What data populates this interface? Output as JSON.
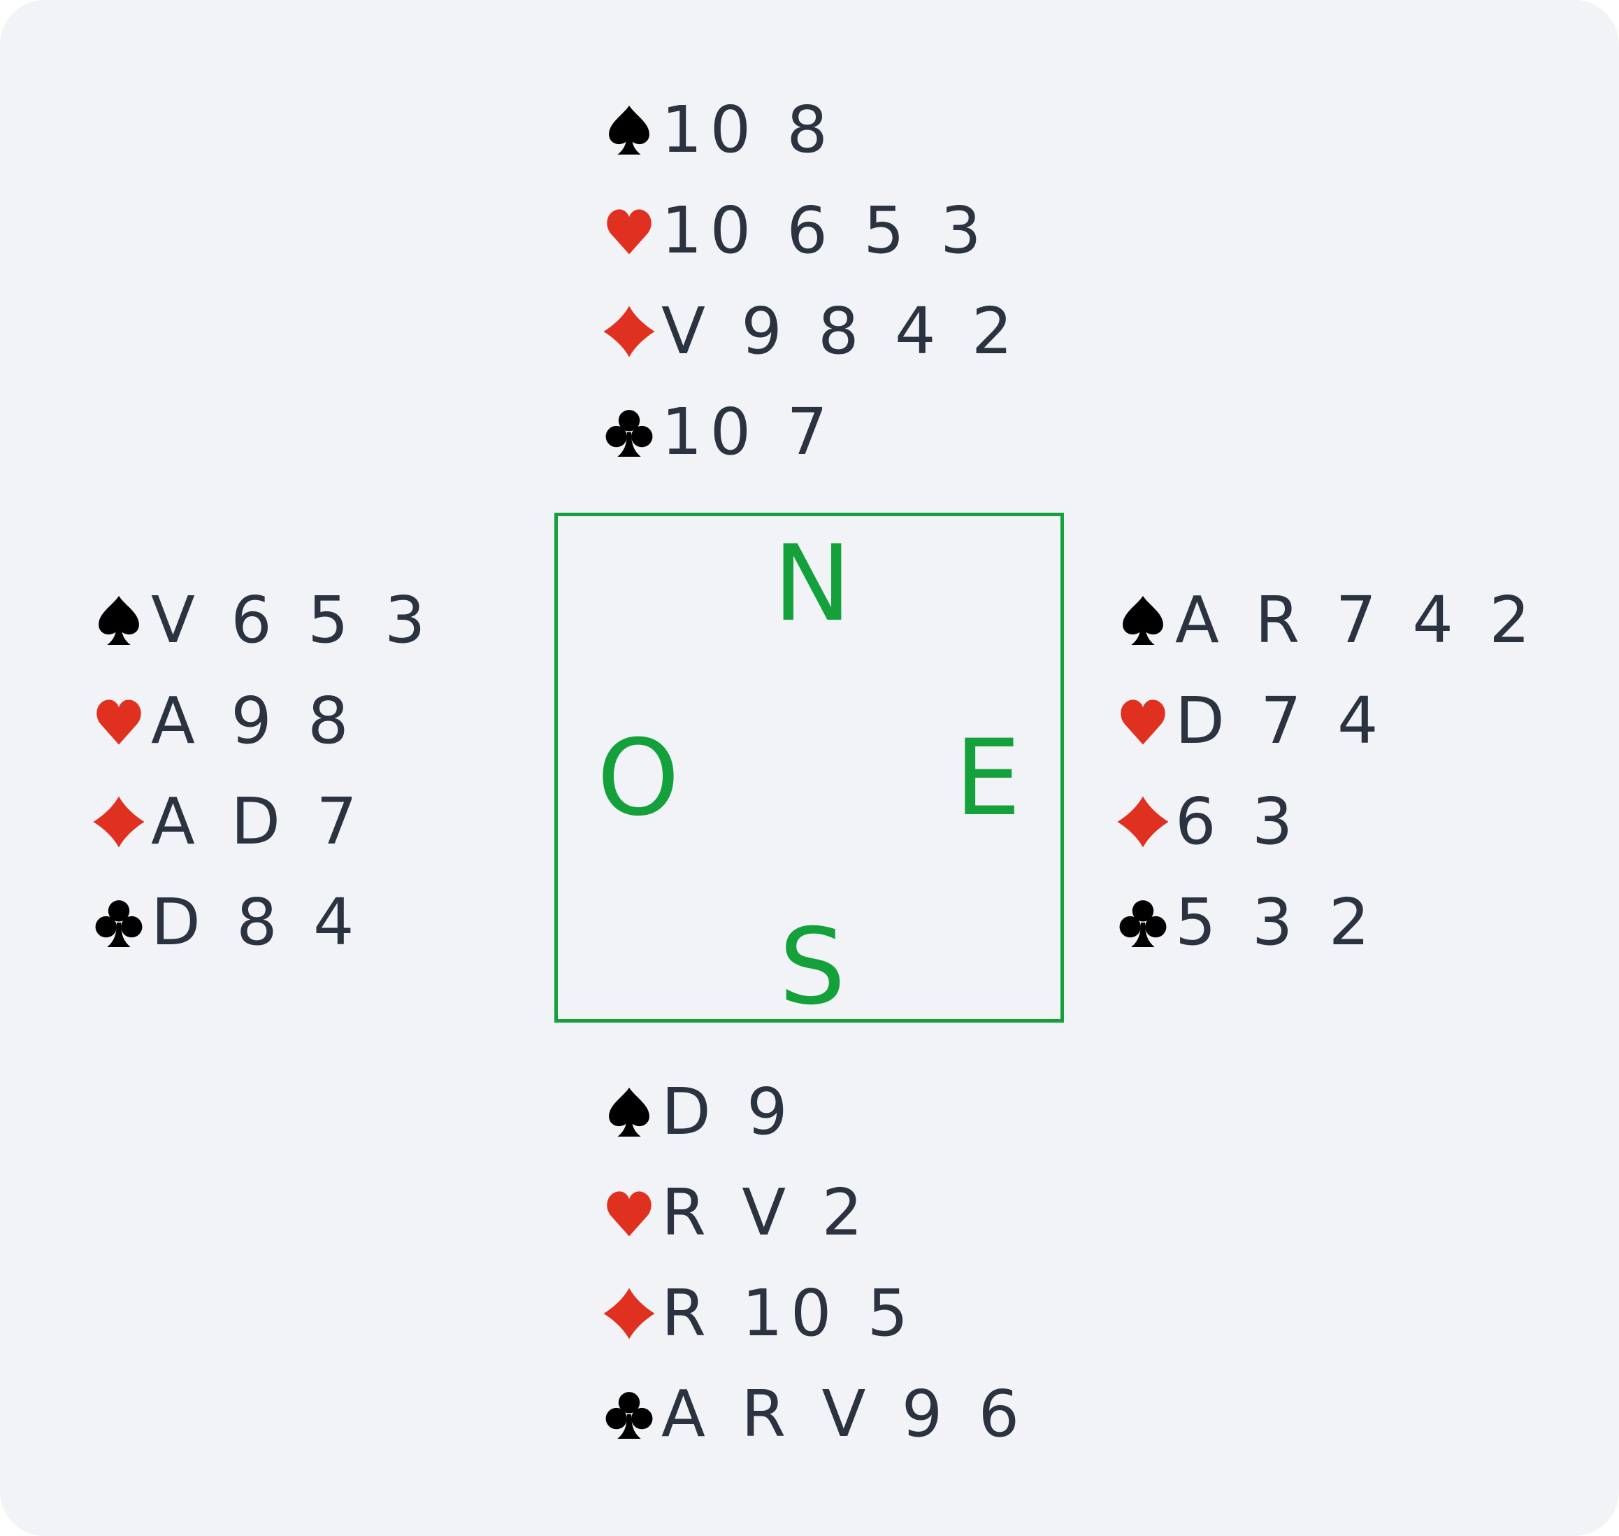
{
  "colors": {
    "background": "#f1f3f7",
    "card_text": "#2b3240",
    "black_suit": "#000000",
    "red_suit": "#e03020",
    "compass": "#14a03a"
  },
  "compass": {
    "north": "N",
    "south": "S",
    "east": "E",
    "west": "O"
  },
  "hands": {
    "north": {
      "spades": "10 8",
      "hearts": "10 6 5 3",
      "diamonds": "V 9 8 4 2",
      "clubs": "10 7"
    },
    "west": {
      "spades": "V 6 5 3",
      "hearts": "A 9 8",
      "diamonds": "A D 7",
      "clubs": "D 8 4"
    },
    "east": {
      "spades": "A R 7 4 2",
      "hearts": "D 7 4",
      "diamonds": "6 3",
      "clubs": "5 3 2"
    },
    "south": {
      "spades": "D 9",
      "hearts": "R V 2",
      "diamonds": "R 10 5",
      "clubs": "A R V 9 6"
    }
  },
  "suit_icons": {
    "spades": "spade-icon",
    "hearts": "heart-icon",
    "diamonds": "diamond-icon",
    "clubs": "club-icon"
  }
}
